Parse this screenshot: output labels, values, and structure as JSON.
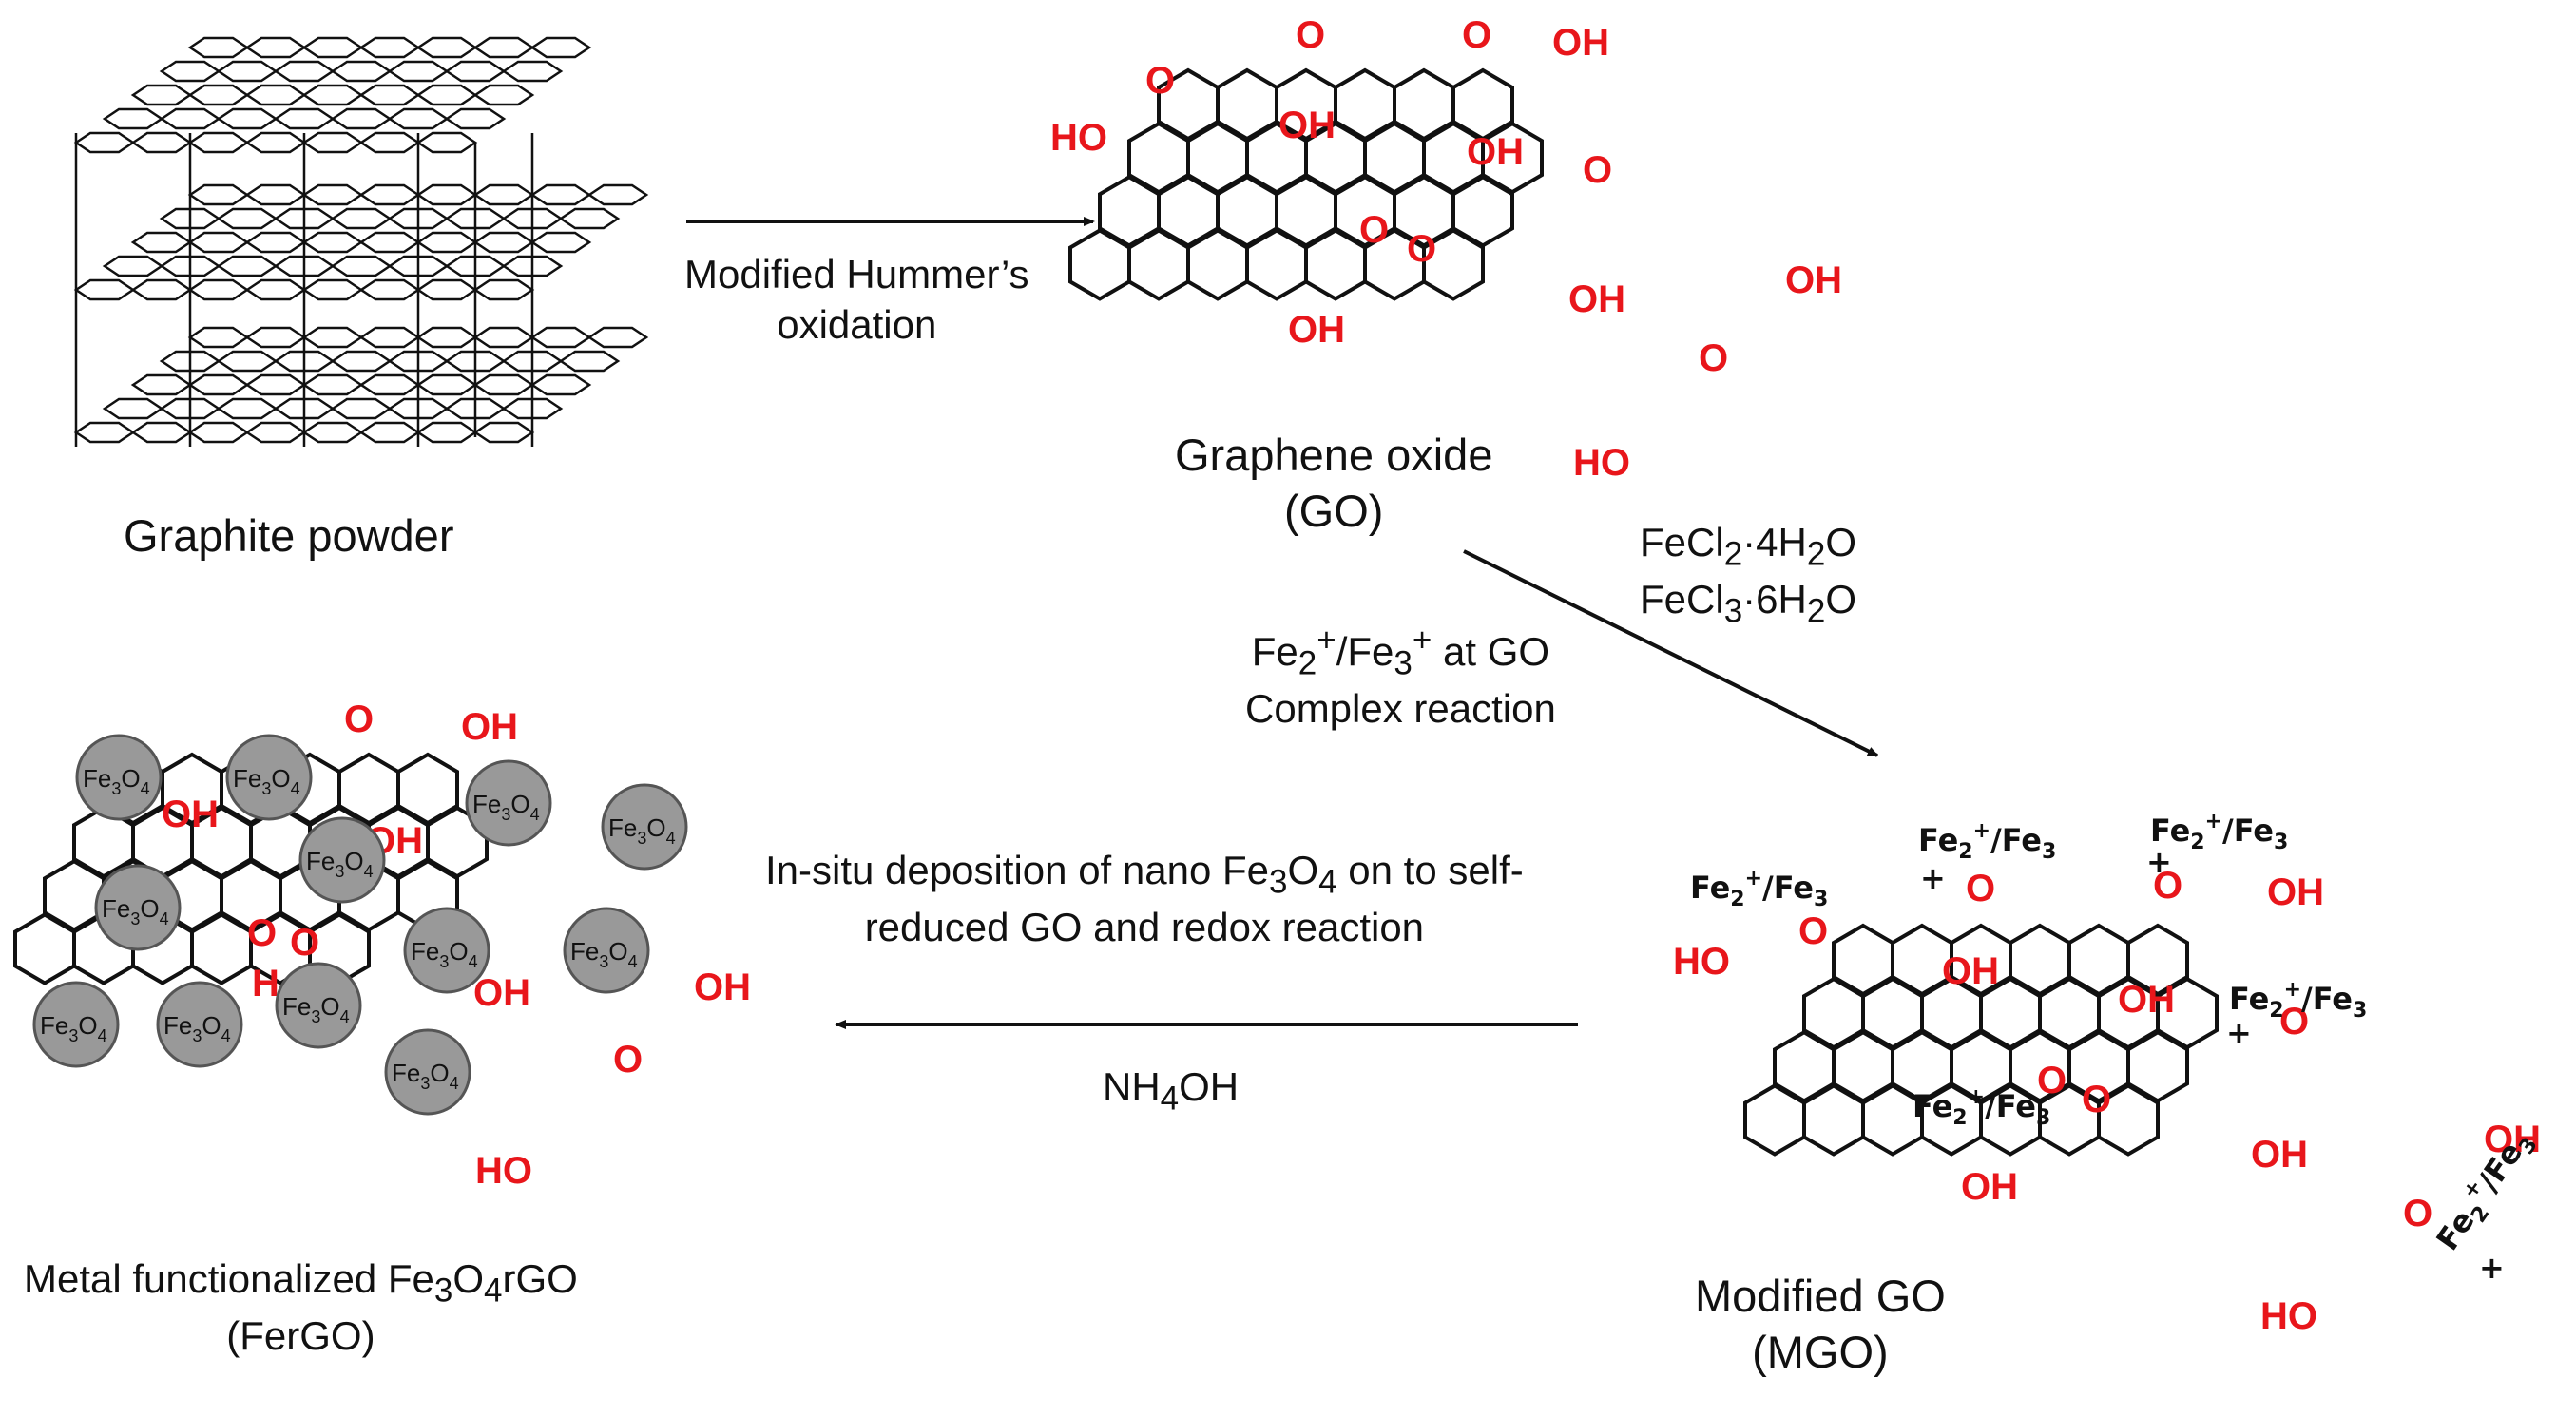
{
  "colors": {
    "oxygen_group": "#e8161b",
    "nanoparticle": "#999999",
    "line": "#111111"
  },
  "labels": {
    "graphite": "Graphite powder",
    "go_name": "Graphene oxide",
    "go_abbr": "(GO)",
    "mgo_name": "Modified GO",
    "mgo_abbr": "(MGO)",
    "fergo_name_pre": "Metal functionalized Fe",
    "fergo_name_sub1": "3",
    "fergo_name_mid": "O",
    "fergo_name_sub2": "4",
    "fergo_name_post": "rGO",
    "fergo_abbr": "(FerGO)"
  },
  "steps": {
    "step1_line1": "Modified Hummer’s",
    "step1_line2": "oxidation",
    "reagent1_pre": "FeCl",
    "reagent1_sub": "2",
    "reagent1_post": "·4H",
    "reagent1_sub2": "2",
    "reagent1_end": "O",
    "reagent2_pre": "FeCl",
    "reagent2_sub": "3",
    "reagent2_post": "·6H",
    "reagent2_sub2": "2",
    "reagent2_end": "O",
    "complex_a": "Fe",
    "complex_a_sub": "2",
    "complex_a_sup": "+",
    "complex_b": "/Fe",
    "complex_b_sub": "3",
    "complex_b_sup": "+",
    "complex_c": " at GO",
    "complex_line2": "Complex reaction",
    "step3_line1_pre": "In-situ deposition of nano Fe",
    "step3_sub1": "3",
    "step3_mid": "O",
    "step3_sub2": "4",
    "step3_post": " on to self-",
    "step3_line2": "reduced GO and redox reaction",
    "step3_reagent_pre": "NH",
    "step3_reagent_sub": "4",
    "step3_reagent_post": "OH"
  },
  "groups": {
    "oh": "OH",
    "ho": "HO",
    "o": "O",
    "h": "H"
  },
  "iron": {
    "fe": "Fe",
    "two": "2",
    "three": "3",
    "plus": "+",
    "slash": "/Fe",
    "four": "4",
    "np_o": "O"
  }
}
